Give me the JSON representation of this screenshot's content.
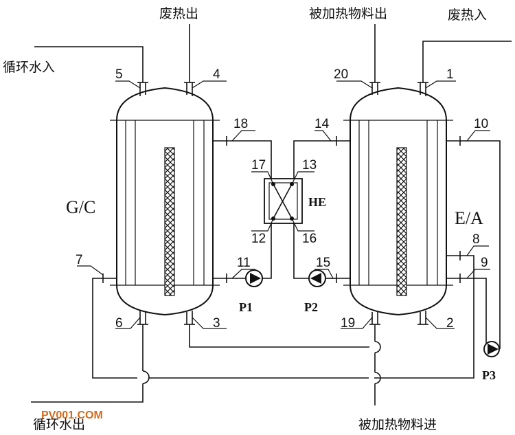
{
  "labels": {
    "waste_heat_out": "废热出",
    "heated_material_out": "被加热物料出",
    "waste_heat_in": "废热入",
    "circ_water_in": "循环水入",
    "circ_water_out": "循环水出",
    "heated_material_in": "被加热物料进"
  },
  "vessels": {
    "left": "G/C",
    "right": "E/A",
    "exchanger": "HE"
  },
  "pumps": {
    "p1": "P1",
    "p2": "P2",
    "p3": "P3"
  },
  "ports": {
    "n1": "1",
    "n2": "2",
    "n3": "3",
    "n4": "4",
    "n5": "5",
    "n6": "6",
    "n7": "7",
    "n8": "8",
    "n9": "9",
    "n10": "10",
    "n11": "11",
    "n12": "12",
    "n13": "13",
    "n14": "14",
    "n15": "15",
    "n16": "16",
    "n17": "17",
    "n18": "18",
    "n19": "19",
    "n20": "20"
  },
  "watermark": "PV001.COM"
}
